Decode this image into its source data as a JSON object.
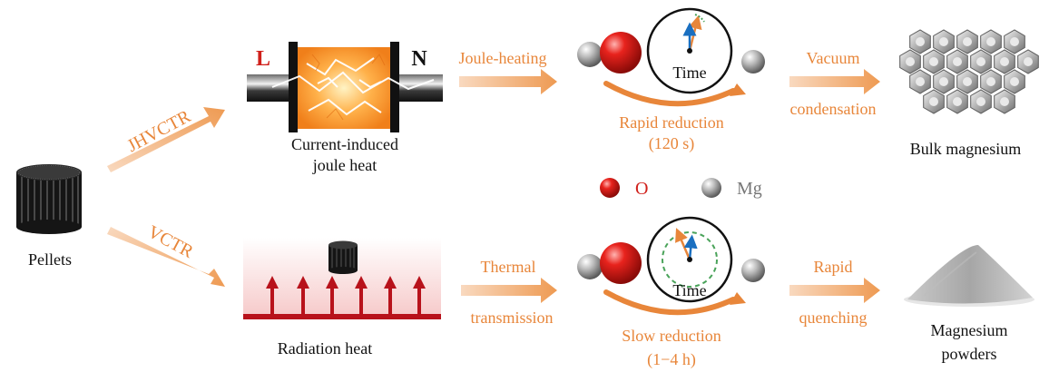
{
  "colors": {
    "orange": "#f0a25f",
    "orange_text": "#e8863a",
    "red_text": "#d0201b",
    "dark": "#111111",
    "radiation_red": "#b8121b"
  },
  "left": {
    "pellets_label": "Pellets"
  },
  "branches": {
    "top": "JHVCTR",
    "bottom": "VCTR"
  },
  "top_row": {
    "electrode_left": "L",
    "electrode_right": "N",
    "heater_caption_line1": "Current-induced",
    "heater_caption_line2": "joule heat",
    "transfer_label": "Joule-heating",
    "clock_label": "Time",
    "reduction_line1": "Rapid reduction",
    "reduction_line2": "(120 s)",
    "product_label_line1": "Vacuum",
    "product_label_line2": "condensation",
    "product_name": "Bulk magnesium"
  },
  "legend": {
    "o_label": "O",
    "mg_label": "Mg"
  },
  "bottom_row": {
    "heater_caption": "Radiation heat",
    "transfer_line1": "Thermal",
    "transfer_line2": "transmission",
    "clock_label": "Time",
    "reduction_line1": "Slow reduction",
    "reduction_line2": "(1−4 h)",
    "product_label_line1": "Rapid",
    "product_label_line2": "quenching",
    "product_name_line1": "Magnesium",
    "product_name_line2": "powders"
  },
  "icons": [
    "pellet-icon",
    "joule-heater-icon",
    "radiation-heater-icon",
    "clock-icon",
    "oxygen-atom-icon",
    "magnesium-atom-icon",
    "hexagon-crystal-icon",
    "powder-pile-icon"
  ]
}
